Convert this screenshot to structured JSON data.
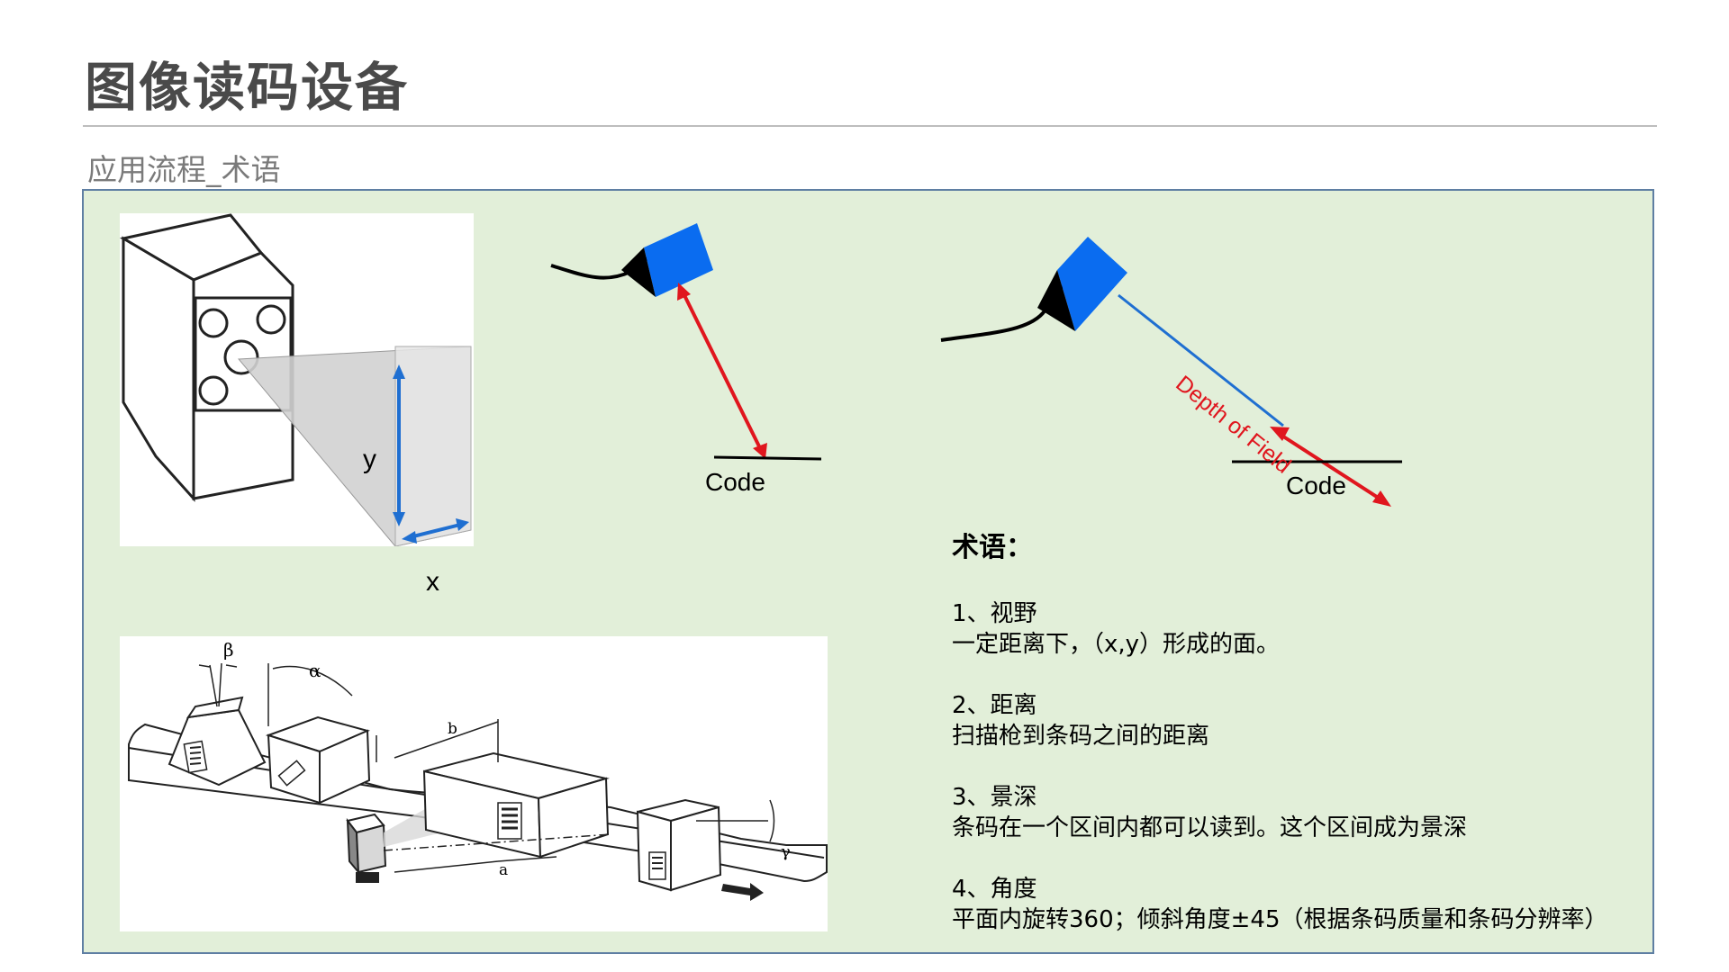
{
  "header": {
    "title": "图像读码设备",
    "subtitle": "应用流程_术语"
  },
  "fov_figure": {
    "y_label": "y",
    "x_label": "x"
  },
  "distance_figure": {
    "code_label": "Code"
  },
  "dof_figure": {
    "dof_label": "Depth of Field",
    "code_label": "Code"
  },
  "angle_figure": {
    "beta": "β",
    "alpha": "α",
    "b": "b",
    "a": "a",
    "gamma": "γ"
  },
  "terms": {
    "heading": "术语：",
    "items": [
      {
        "title": "1、视野",
        "desc": "一定距离下，（x,y）形成的面。"
      },
      {
        "title": "2、距离",
        "desc": " 扫描枪到条码之间的距离"
      },
      {
        "title": "3、景深",
        "desc": "条码在一个区间内都可以读到。这个区间成为景深"
      },
      {
        "title": "4、角度",
        "desc": " 平面内旋转360；倾斜角度±45（根据条码质量和条码分辨率）"
      }
    ]
  },
  "colors": {
    "panel_bg": "#e2efd9",
    "panel_border": "#5f7fa3",
    "scanner_blue": "#0a6cf0",
    "arrow_red": "#e0161e",
    "axis_blue": "#1f6fd1"
  }
}
